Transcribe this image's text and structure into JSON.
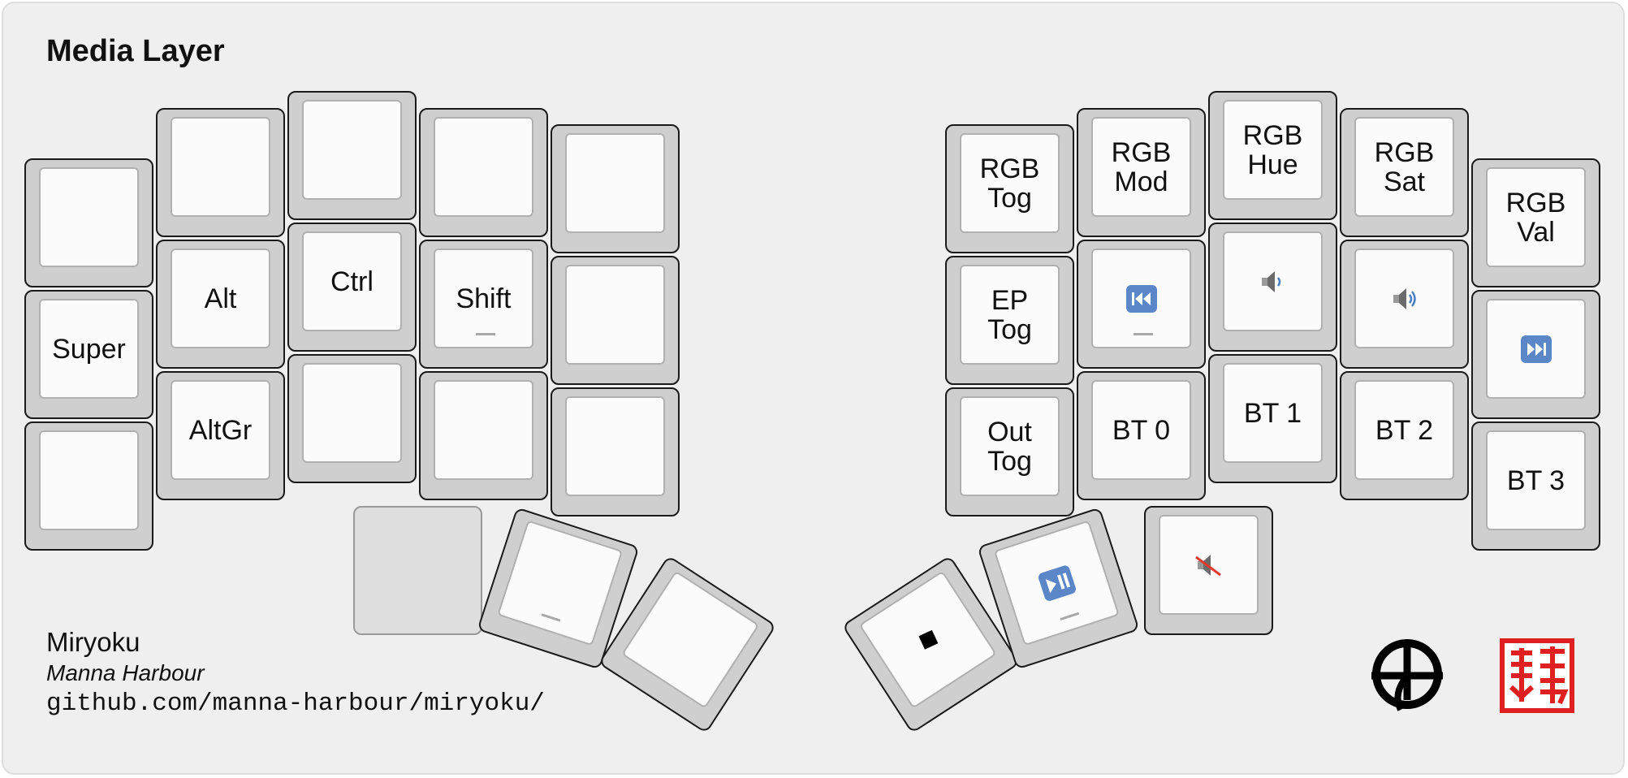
{
  "title": "Media Layer",
  "left_hand": {
    "keys": [
      {
        "label": ""
      },
      {
        "label": ""
      },
      {
        "label": ""
      },
      {
        "label": ""
      },
      {
        "label": ""
      },
      {
        "label": "Super"
      },
      {
        "label": "Alt"
      },
      {
        "label": "Ctrl"
      },
      {
        "label": "Shift"
      },
      {
        "label": ""
      },
      {
        "label": ""
      },
      {
        "label": "AltGr"
      },
      {
        "label": ""
      },
      {
        "label": ""
      },
      {
        "label": ""
      }
    ],
    "thumbs": [
      {
        "label": ""
      },
      {
        "label": ""
      },
      {
        "label": ""
      }
    ]
  },
  "right_hand": {
    "keys": [
      {
        "label": "RGB\nTog"
      },
      {
        "label": "RGB\nMod"
      },
      {
        "label": "RGB\nHue"
      },
      {
        "label": "RGB\nSat"
      },
      {
        "label": "RGB\nVal"
      },
      {
        "label": "EP\nTog"
      },
      {
        "label": "",
        "icon": "previous-track-icon"
      },
      {
        "label": "",
        "icon": "volume-down-icon"
      },
      {
        "label": "",
        "icon": "volume-up-icon"
      },
      {
        "label": "",
        "icon": "next-track-icon"
      },
      {
        "label": "Out\nTog"
      },
      {
        "label": "BT 0"
      },
      {
        "label": "BT 1"
      },
      {
        "label": "BT 2"
      },
      {
        "label": "BT 3"
      }
    ],
    "thumbs": [
      {
        "label": "",
        "icon": "stop-icon"
      },
      {
        "label": "",
        "icon": "play-pause-icon"
      },
      {
        "label": "",
        "icon": "mute-icon"
      }
    ]
  },
  "footer": {
    "name": "Miryoku",
    "author": "Manna Harbour",
    "url": "github.com/manna-harbour/miryoku/"
  },
  "logos": [
    "manna-harbour-logo-icon",
    "miryoku-kanji-seal-icon"
  ],
  "colors": {
    "panel": "#efefef",
    "key_base": "#cfcfcf",
    "key_cap": "#fbfbfb",
    "key_border": "#1a1a1a",
    "media_icon": "#5b86c7",
    "seal": "#e02020"
  }
}
